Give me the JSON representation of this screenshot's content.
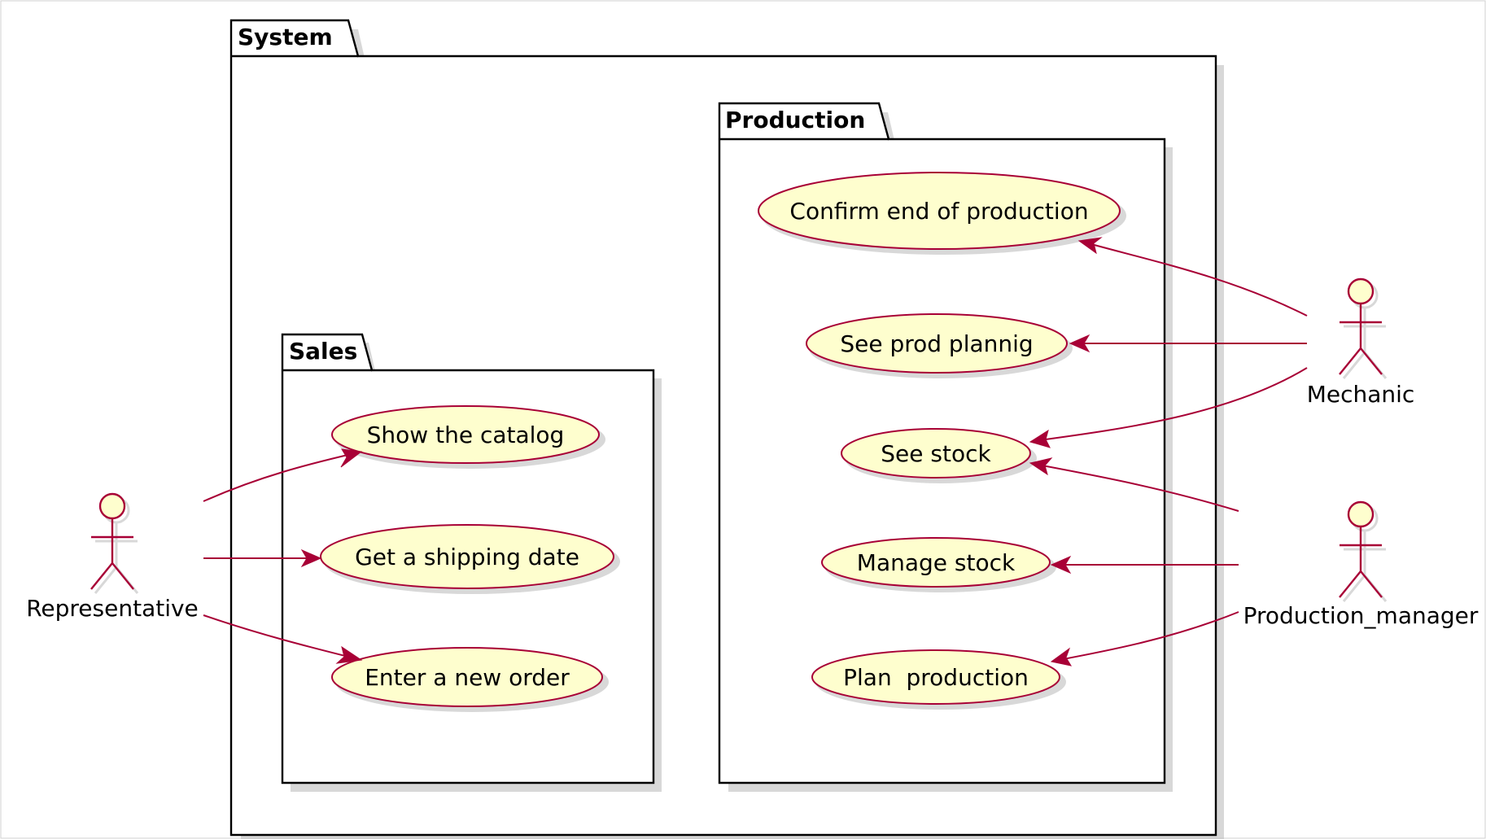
{
  "packages": {
    "system": "System",
    "production": "Production",
    "sales": "Sales"
  },
  "usecases": {
    "confirm_end": "Confirm end of production",
    "see_plannig": "See prod plannig",
    "see_stock": "See stock",
    "manage_stock": "Manage stock",
    "plan_production": "Plan  production",
    "show_catalog": "Show the catalog",
    "shipping_date": "Get a shipping date",
    "new_order": "Enter a new order"
  },
  "actors": {
    "representative": "Representative",
    "mechanic": "Mechanic",
    "production_manager": "Production_manager"
  },
  "colors": {
    "usecase_fill": "#fefece",
    "line": "#a80036",
    "package_border": "#000000"
  }
}
